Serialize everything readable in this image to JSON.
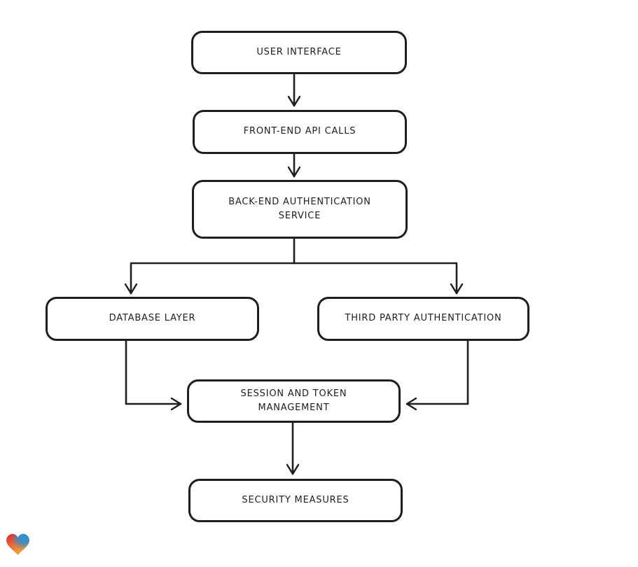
{
  "canvas": {
    "background": "#ffffff",
    "stroke_color": "#1e1e1e"
  },
  "diagram": {
    "type": "flowchart",
    "nodes": [
      {
        "id": "user-interface",
        "label": "USER INTERFACE"
      },
      {
        "id": "front-end-api-calls",
        "label": "FRONT-END API CALLS"
      },
      {
        "id": "back-end-authentication-service",
        "label": "BACK-END AUTHENTICATION SERVICE"
      },
      {
        "id": "database-layer",
        "label": "DATABASE LAYER"
      },
      {
        "id": "third-party-authentication",
        "label": "THIRD PARTY AUTHENTICATION"
      },
      {
        "id": "session-and-token-management",
        "label": "SESSION AND TOKEN MANAGEMENT"
      },
      {
        "id": "security-measures",
        "label": "SECURITY MEASURES"
      }
    ],
    "edges": [
      {
        "from": "user-interface",
        "to": "front-end-api-calls"
      },
      {
        "from": "front-end-api-calls",
        "to": "back-end-authentication-service"
      },
      {
        "from": "back-end-authentication-service",
        "to": "database-layer"
      },
      {
        "from": "back-end-authentication-service",
        "to": "third-party-authentication"
      },
      {
        "from": "database-layer",
        "to": "session-and-token-management"
      },
      {
        "from": "third-party-authentication",
        "to": "session-and-token-management"
      },
      {
        "from": "session-and-token-management",
        "to": "security-measures"
      }
    ]
  },
  "logo": {
    "name": "gradient-heart-logo",
    "colors": {
      "red": "#e0252e",
      "orange": "#f2a93b",
      "blue": "#1d9bd8"
    }
  }
}
